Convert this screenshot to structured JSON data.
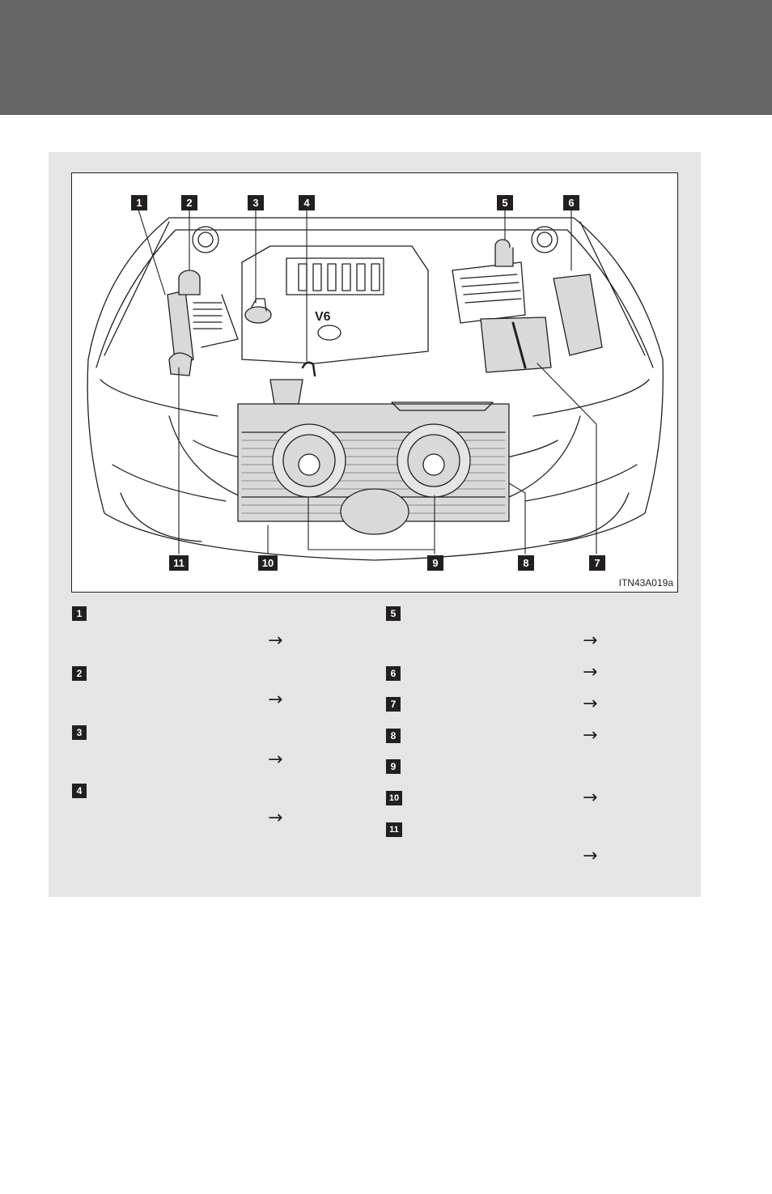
{
  "figure": {
    "code": "ITN43A019a",
    "callouts": [
      "1",
      "2",
      "3",
      "4",
      "5",
      "6",
      "7",
      "8",
      "9",
      "10",
      "11"
    ],
    "engine_cover_mark": "V6"
  },
  "legend": {
    "arrow": "→",
    "items": [
      {
        "key": "1"
      },
      {
        "key": "2"
      },
      {
        "key": "3"
      },
      {
        "key": "4"
      },
      {
        "key": "5"
      },
      {
        "key": "6"
      },
      {
        "key": "7"
      },
      {
        "key": "8"
      },
      {
        "key": "9"
      },
      {
        "key": "10"
      },
      {
        "key": "11"
      }
    ]
  },
  "colors": {
    "header": "#666666",
    "panel": "#e5e5e5",
    "callout": "#231f20"
  }
}
